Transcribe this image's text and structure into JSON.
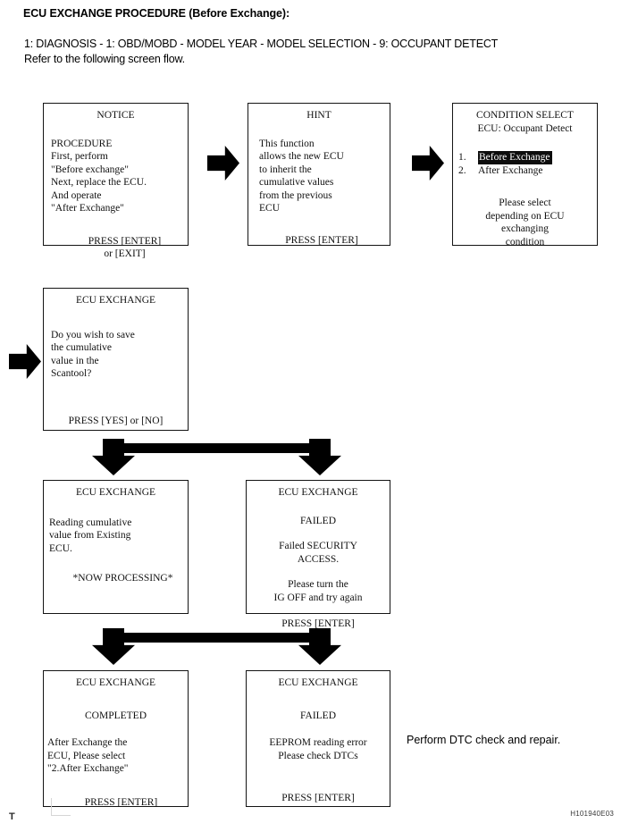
{
  "header": {
    "title": "ECU EXCHANGE PROCEDURE (Before Exchange):",
    "path_line": "1: DIAGNOSIS - 1: OBD/MOBD - MODEL YEAR - MODEL SELECTION - 9: OCCUPANT DETECT",
    "refer_line": "Refer to the following screen flow."
  },
  "dialogs": {
    "notice": {
      "title": "NOTICE",
      "body": "PROCEDURE\nFirst, perform\n\"Before exchange\"\nNext, replace the ECU.\nAnd operate\n\"After Exchange\"",
      "prompt_line_1": "PRESS [ENTER]",
      "prompt_line_2": "or [EXIT]"
    },
    "hint": {
      "title": "HINT",
      "body": "This function\nallows the new ECU\nto inherit the\ncumulative values\nfrom the previous\nECU",
      "prompt": "PRESS [ENTER]"
    },
    "condition_select": {
      "title": "CONDITION SELECT",
      "subtitle": "ECU: Occupant Detect",
      "options": [
        {
          "number": "1.",
          "label": "Before Exchange",
          "selected": true
        },
        {
          "number": "2.",
          "label": "After Exchange",
          "selected": false
        }
      ],
      "footer": "Please select\ndepending on ECU\nexchanging\ncondition"
    },
    "save_prompt": {
      "title": "ECU EXCHANGE",
      "body": "Do you wish to save\nthe cumulative\nvalue in the\nScantool?",
      "prompt": "PRESS [YES] or [NO]"
    },
    "reading": {
      "title": "ECU EXCHANGE",
      "body": "Reading cumulative\nvalue from Existing\nECU.",
      "status": "*NOW PROCESSING*"
    },
    "failed_security": {
      "title": "ECU EXCHANGE",
      "status": "FAILED",
      "detail": "Failed SECURITY\nACCESS.",
      "advice": "Please turn the\nIG OFF and try again",
      "prompt": "PRESS [ENTER]"
    },
    "completed": {
      "title": "ECU EXCHANGE",
      "status": "COMPLETED",
      "body": "After Exchange the\nECU, Please select\n\"2.After Exchange\"",
      "prompt": "PRESS [ENTER]"
    },
    "failed_eeprom": {
      "title": "ECU EXCHANGE",
      "status": "FAILED",
      "detail": "EEPROM reading error\nPlease check DTCs",
      "prompt": "PRESS [ENTER]"
    }
  },
  "annotations": {
    "dtc_note": "Perform DTC check and repair.",
    "document_code": "H101940E03",
    "registration_mark": "T"
  }
}
